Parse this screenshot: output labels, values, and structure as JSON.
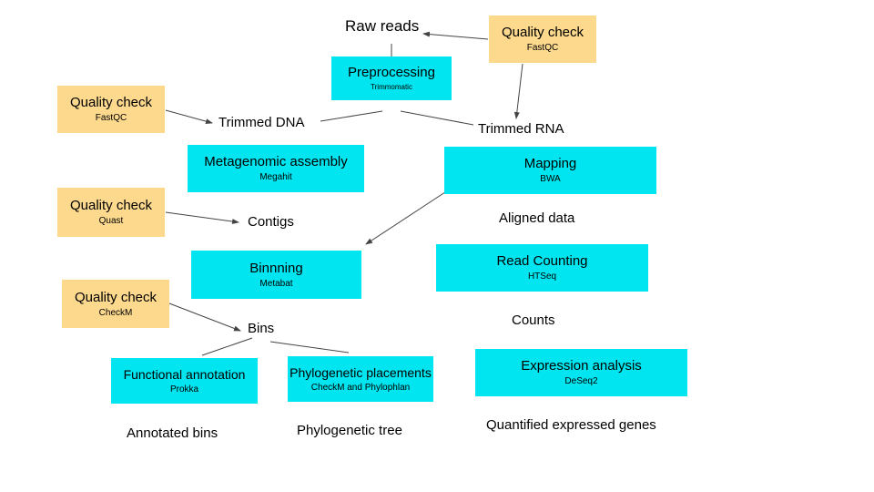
{
  "colors": {
    "tool_box": "#00e5ef",
    "qc_box": "#fcd98d",
    "edge": "#444444"
  },
  "data_labels": {
    "raw_reads": "Raw reads",
    "trimmed_dna": "Trimmed DNA",
    "trimmed_rna": "Trimmed RNA",
    "contigs": "Contigs",
    "bins": "Bins",
    "aligned_data": "Aligned data",
    "counts": "Counts",
    "annotated_bins": "Annotated bins",
    "phylogenetic_tree": "Phylogenetic tree",
    "quantified_expressed_genes": "Quantified expressed genes"
  },
  "tool_boxes": {
    "preprocessing": {
      "title": "Preprocessing",
      "tool": "Trimmomatic"
    },
    "metagenomic_assembly": {
      "title": "Metagenomic assembly",
      "tool": "Megahit"
    },
    "binning": {
      "title": "Binnning",
      "tool": "Metabat"
    },
    "mapping": {
      "title": "Mapping",
      "tool": "BWA"
    },
    "read_counting": {
      "title": "Read Counting",
      "tool": "HTSeq"
    },
    "functional_annotation": {
      "title": "Functional annotation",
      "tool": "Prokka"
    },
    "phylogenetic_placements": {
      "title": "Phylogenetic placements",
      "tool": "CheckM and Phylophlan"
    },
    "expression_analysis": {
      "title": "Expression analysis",
      "tool": "DeSeq2"
    }
  },
  "qc_boxes": {
    "raw": {
      "title": "Quality check",
      "tool": "FastQC"
    },
    "trimmed_dna": {
      "title": "Quality check",
      "tool": "FastQC"
    },
    "contigs": {
      "title": "Quality check",
      "tool": "Quast"
    },
    "bins": {
      "title": "Quality check",
      "tool": "CheckM"
    }
  }
}
